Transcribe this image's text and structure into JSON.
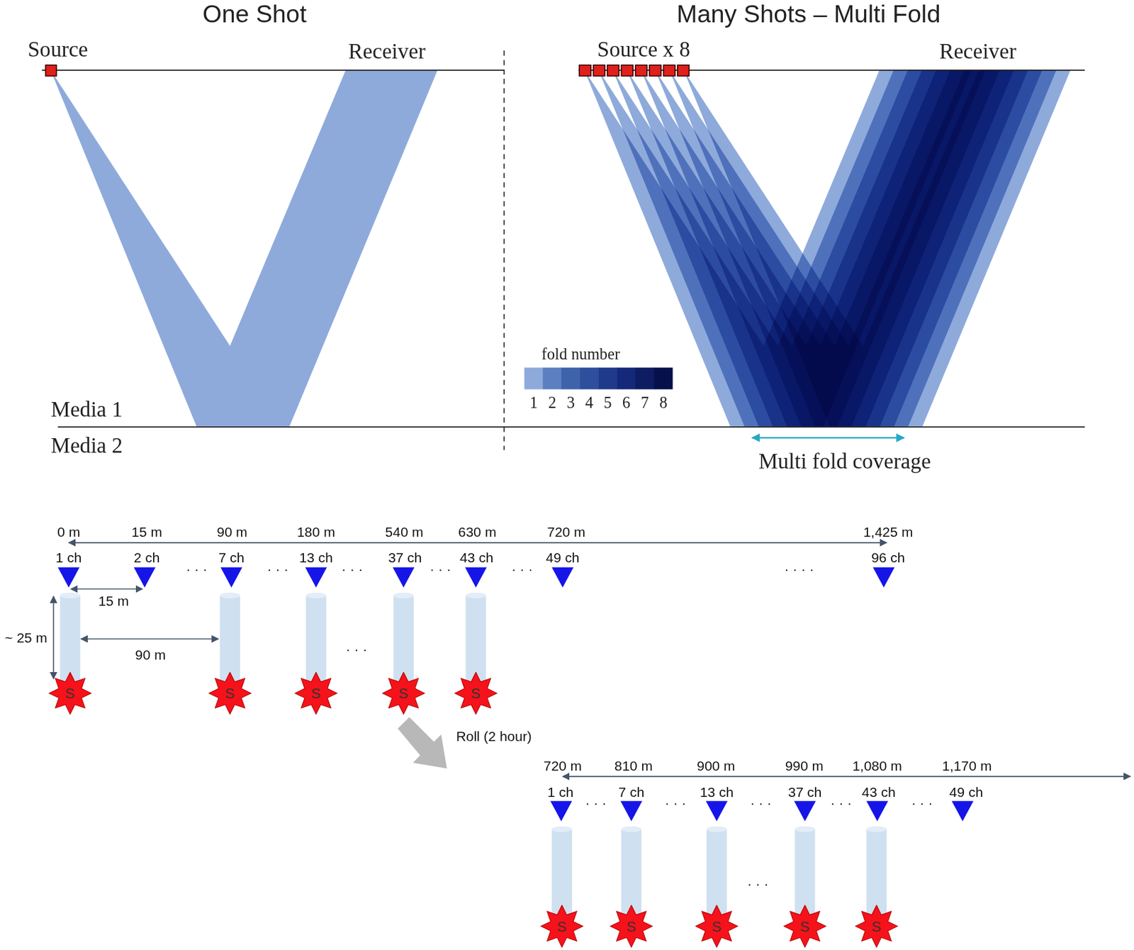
{
  "diagram": {
    "nodes": [
      {
        "text": [
          "S"
        ]
      },
      {
        "text": [
          "S"
        ]
      },
      {
        "text": [
          "S"
        ]
      },
      {
        "text": [
          "S"
        ]
      },
      {
        "text": [
          "S"
        ]
      },
      {
        "text": [
          "S"
        ]
      },
      {
        "text": [
          "S"
        ]
      },
      {
        "text": [
          "S"
        ]
      },
      {
        "text": [
          "S"
        ]
      },
      {
        "text": [
          "S"
        ]
      }
    ],
    "labels": [
      "One Shot",
      "Source",
      "Receiver",
      "Media 1",
      "Media 2",
      "Many Shots – Multi Fold",
      "Source x 8",
      "Receiver",
      "fold number",
      "Multi fold coverage",
      "0 m",
      "15 m",
      "90 m",
      "180 m",
      "540 m",
      "630 m",
      "720 m",
      "1,425 m",
      "1 ch",
      "2 ch",
      "7 ch",
      "13 ch",
      "37 ch",
      "43 ch",
      "49 ch",
      "96 ch",
      "· · ·",
      "· · ·",
      "· · ·",
      "· · ·",
      "· · ·",
      "· · · ·",
      "15 m",
      "~ 25 m",
      "90 m",
      "· · ·",
      "Roll (2 hour)",
      "720 m",
      "810 m",
      "900 m",
      "990 m",
      "1,080 m",
      "1,170 m",
      "1 ch",
      "7 ch",
      "13 ch",
      "37 ch",
      "43 ch",
      "49 ch",
      "· · ·",
      "· · ·",
      "· · ·",
      "· · ·",
      "· · ·",
      "· · ·"
    ],
    "legend": [
      {
        "text": "1",
        "color": "#8eaadb"
      },
      {
        "text": "2",
        "color": "#5b7fc1"
      },
      {
        "text": "3",
        "color": "#3f62ab"
      },
      {
        "text": "4",
        "color": "#2e4f9c"
      },
      {
        "text": "5",
        "color": "#1f3a8a"
      },
      {
        "text": "6",
        "color": "#15297a"
      },
      {
        "text": "7",
        "color": "#0d1c63"
      },
      {
        "text": "8",
        "color": "#06104a"
      }
    ]
  }
}
